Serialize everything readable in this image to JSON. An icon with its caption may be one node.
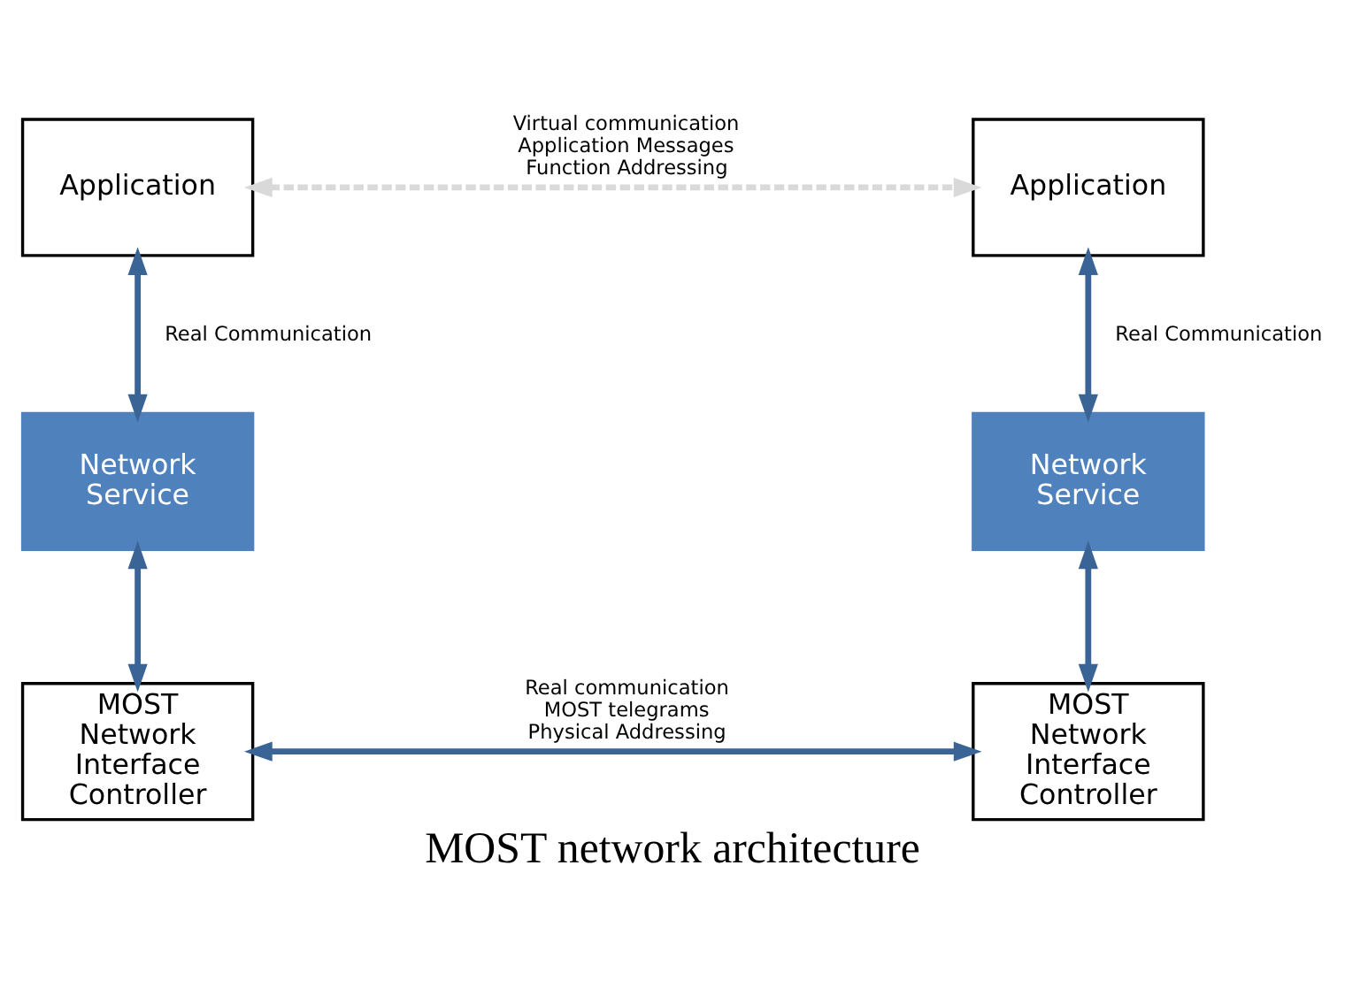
{
  "diagram": {
    "caption": "MOST network architecture",
    "nodes": [
      {
        "text": [
          "Application"
        ]
      },
      {
        "text": [
          "Application"
        ]
      },
      {
        "text": [
          "Network Service"
        ]
      },
      {
        "text": [
          "Network Service"
        ]
      },
      {
        "text": [
          "MOST Network Interface Controller"
        ]
      },
      {
        "text": [
          "MOST Network Interface Controller"
        ]
      }
    ],
    "edges": [
      {
        "from": 0,
        "to": 1,
        "arrow": "both",
        "style": "dashed",
        "color": "#d9d9d9",
        "label": "Virtual communication Application Messages Function Addressing"
      },
      {
        "from": 0,
        "to": 2,
        "arrow": "both",
        "label": "Real Communication"
      },
      {
        "from": 1,
        "to": 3,
        "arrow": "both",
        "label": "Real Communication"
      },
      {
        "from": 2,
        "to": 4,
        "arrow": "both"
      },
      {
        "from": 3,
        "to": 5,
        "arrow": "both"
      },
      {
        "from": 4,
        "to": 5,
        "arrow": "both",
        "label": "Real communication MOST telegrams Physical Addressing"
      }
    ]
  }
}
